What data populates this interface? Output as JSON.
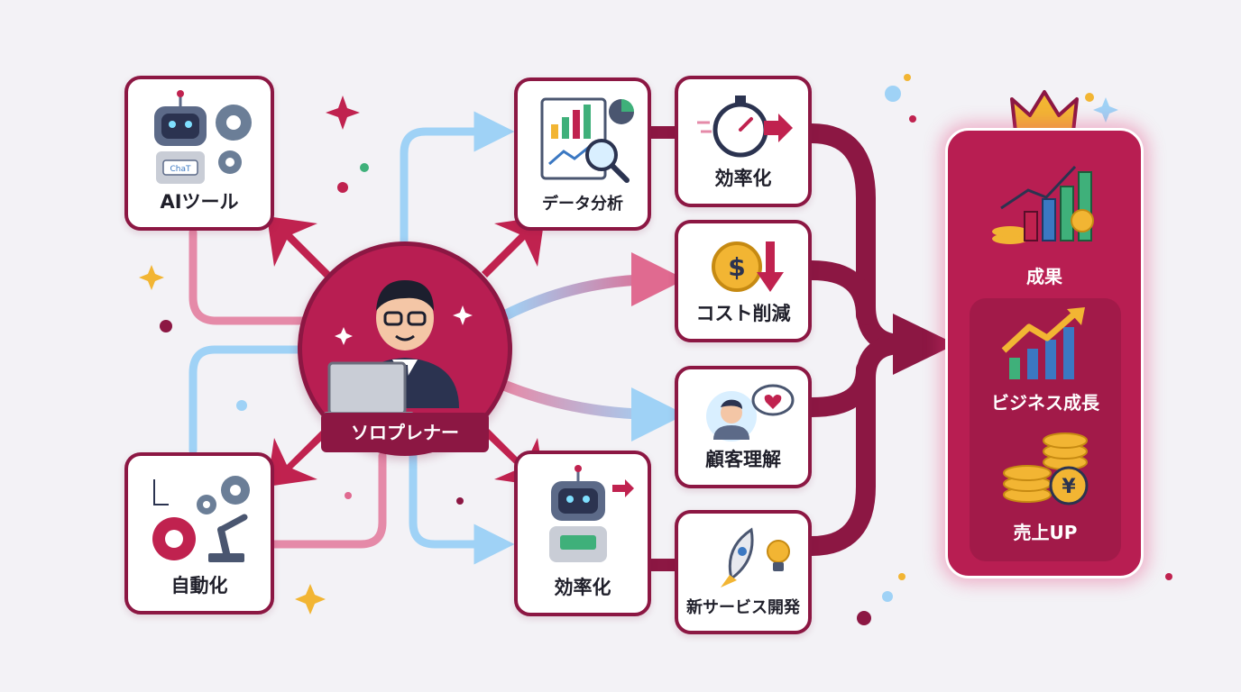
{
  "hub": {
    "label": "ソロプレナー"
  },
  "left_nodes": {
    "ai_tool": "AIツール",
    "automation": "自動化"
  },
  "middle_nodes": {
    "data_analysis": "データ分析",
    "efficiency": "効率化"
  },
  "right_nodes": {
    "efficiency": "効率化",
    "cost_reduction": "コスト削減",
    "customer_understanding": "顧客理解",
    "new_service": "新サービス開発"
  },
  "results": {
    "title": "成果",
    "growth": "ビジネス成長",
    "sales": "売上UP"
  },
  "icons": {
    "robot": "robot-icon",
    "gear": "gear-icon",
    "chart": "chart-icon",
    "magnifier": "magnifier-icon",
    "stopwatch": "stopwatch-icon",
    "coin": "coin-icon",
    "person": "person-icon",
    "rocket": "rocket-icon",
    "bulb": "lightbulb-icon",
    "crown": "crown-icon",
    "laptop": "laptop-icon"
  },
  "robot_badge": "ChaT",
  "colors": {
    "brand": "#b81e52",
    "dark": "#8c1743",
    "blue_line": "#9fd2f6",
    "pink_line": "#e58aa8",
    "gold": "#f2b533",
    "green": "#3fb07a"
  }
}
